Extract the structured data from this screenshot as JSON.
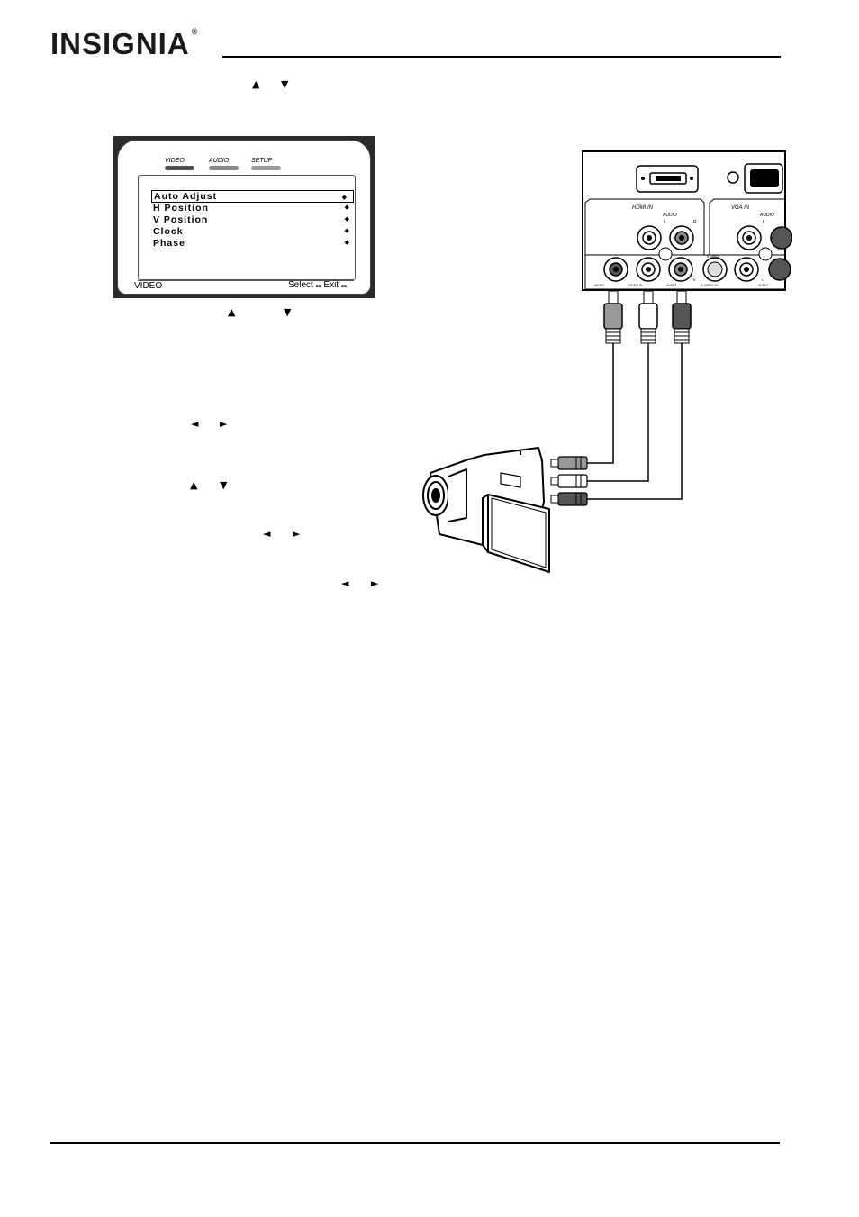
{
  "header": {
    "logo": "INSIGNIA",
    "logo_mark": "®"
  },
  "arrows": {
    "up": "▲",
    "down": "▼",
    "left": "◄",
    "right": "►"
  },
  "osd": {
    "tabs": [
      "VIDEO",
      "AUDIO",
      "SETUP"
    ],
    "tab_colors": [
      "#555555",
      "#888888",
      "#999999"
    ],
    "items": [
      "Auto Adjust",
      "H Position",
      "V Position",
      "Clock",
      "Phase"
    ],
    "selected_index": 0,
    "footer_label": "VIDEO",
    "footer_select": "Select",
    "footer_exit": "Exit"
  },
  "panel": {
    "hdmi_in": "HDMI IN",
    "vga_in": "VGA IN",
    "audio_label_1": "AUDIO",
    "audio_label_2": "AUDIO",
    "l": "L",
    "r": "R",
    "video": "VIDEO",
    "video_in": "VIDEO IN",
    "audio_small": "AUDIO",
    "s_video": "S-VIDEO",
    "s_video_in": "S-VIDEO IN",
    "audio_small_2": "AUDIO"
  }
}
